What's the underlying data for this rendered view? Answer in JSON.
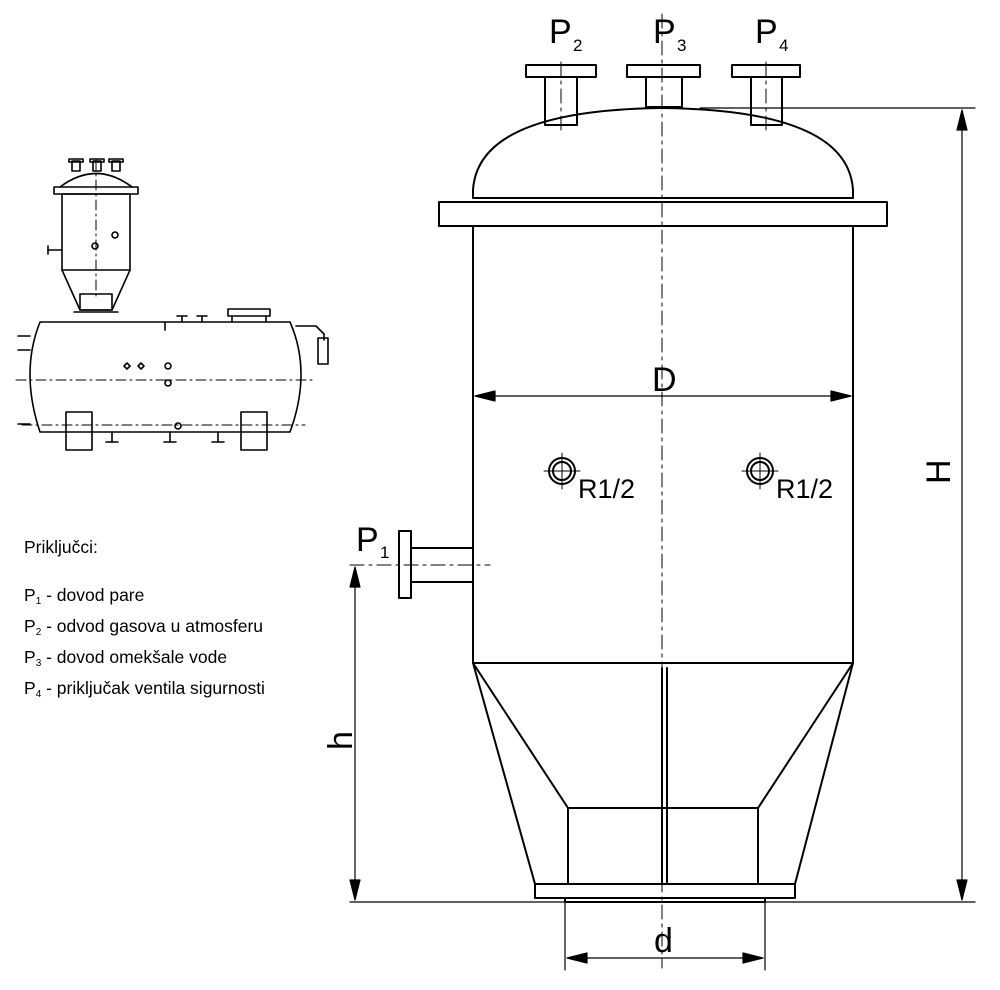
{
  "labels": {
    "p1": "P",
    "p1_sub": "1",
    "p2": "P",
    "p2_sub": "2",
    "p3": "P",
    "p3_sub": "3",
    "p4": "P",
    "p4_sub": "4",
    "D": "D",
    "H": "H",
    "h": "h",
    "d": "d",
    "r_left": "R1/2",
    "r_right": "R1/2"
  },
  "legend": {
    "title": "Priključci:",
    "items": [
      {
        "p": "P",
        "sub": "1",
        "text": " - dovod pare"
      },
      {
        "p": "P",
        "sub": "2",
        "text": " - odvod gasova u atmosferu"
      },
      {
        "p": "P",
        "sub": "3",
        "text": " - dovod omekšale vode"
      },
      {
        "p": "P",
        "sub": "4",
        "text": " - priključak ventila sigurnosti"
      }
    ]
  },
  "colors": {
    "line": "#000000",
    "background": "#ffffff"
  }
}
